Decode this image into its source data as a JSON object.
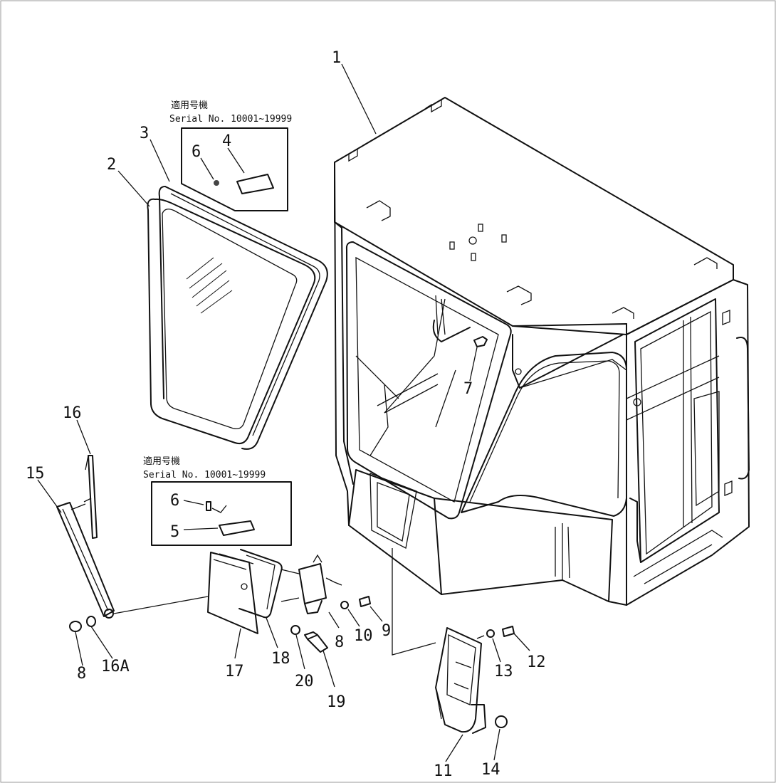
{
  "notes": [
    {
      "id": "note-upper",
      "line1": "適用号機",
      "line2": "Serial No. 10001~19999"
    },
    {
      "id": "note-lower",
      "line1": "適用号機",
      "line2": "Serial No. 10001~19999"
    }
  ],
  "callouts": {
    "c1": "1",
    "c2": "2",
    "c3": "3",
    "c4": "4",
    "c5": "5",
    "c6a": "6",
    "c6b": "6",
    "c7": "7",
    "c8a": "8",
    "c8b": "8",
    "c9": "9",
    "c10": "10",
    "c11": "11",
    "c12": "12",
    "c13": "13",
    "c14": "14",
    "c15": "15",
    "c16": "16",
    "c16a": "16A",
    "c17": "17",
    "c18": "18",
    "c19": "19",
    "c20": "20"
  }
}
